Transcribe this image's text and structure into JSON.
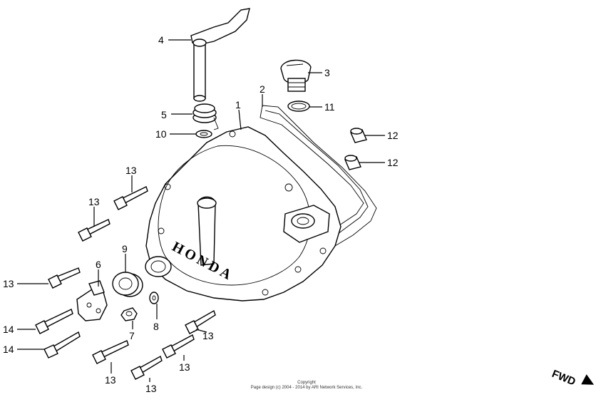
{
  "callouts": [
    "1",
    "2",
    "3",
    "4",
    "5",
    "6",
    "7",
    "8",
    "9",
    "10",
    "11",
    "12",
    "12",
    "13",
    "13",
    "13",
    "13",
    "13",
    "13",
    "13",
    "14",
    "14"
  ],
  "brand_text": "HONDA",
  "copyright": {
    "line1": "Copyright",
    "line2": "Page design (c) 2004 - 2014 by ARI Network Services, Inc."
  },
  "fwd_label": "FWD"
}
